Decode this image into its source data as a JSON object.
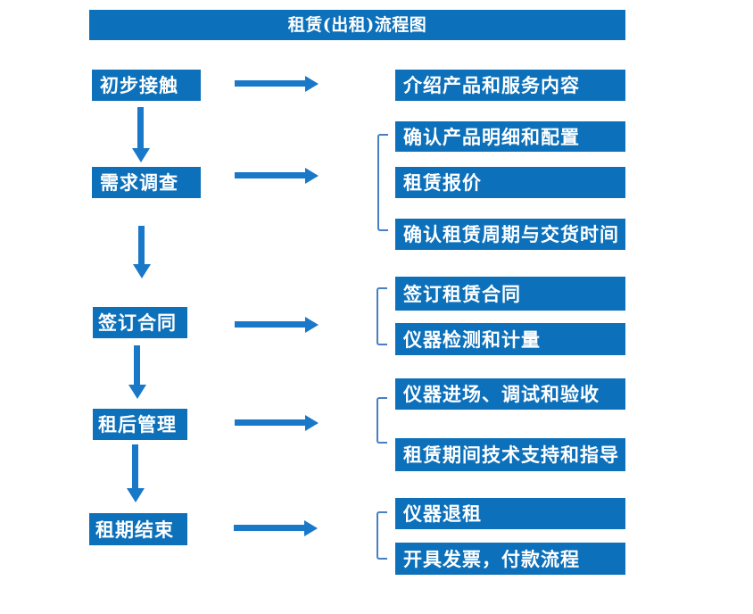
{
  "title": "租赁(出租)流程图",
  "colors": {
    "box": "#0d70ba",
    "arrow": "#1a78c8",
    "bracket": "#4680c2",
    "text-on-box": "#ffffff",
    "bg": "#ffffff"
  },
  "stages": [
    {
      "label": "初步接触",
      "details": [
        "介绍产品和服务内容"
      ]
    },
    {
      "label": "需求调查",
      "details": [
        "确认产品明细和配置",
        "租赁报价",
        "确认租赁周期与交货时间"
      ]
    },
    {
      "label": "签订合同",
      "details": [
        "签订租赁合同",
        "仪器检测和计量"
      ]
    },
    {
      "label": "租后管理",
      "details": [
        "仪器进场、调试和验收",
        "租赁期间技术支持和指导"
      ]
    },
    {
      "label": "租期结束",
      "details": [
        "仪器退租",
        "开具发票，付款流程"
      ]
    }
  ]
}
